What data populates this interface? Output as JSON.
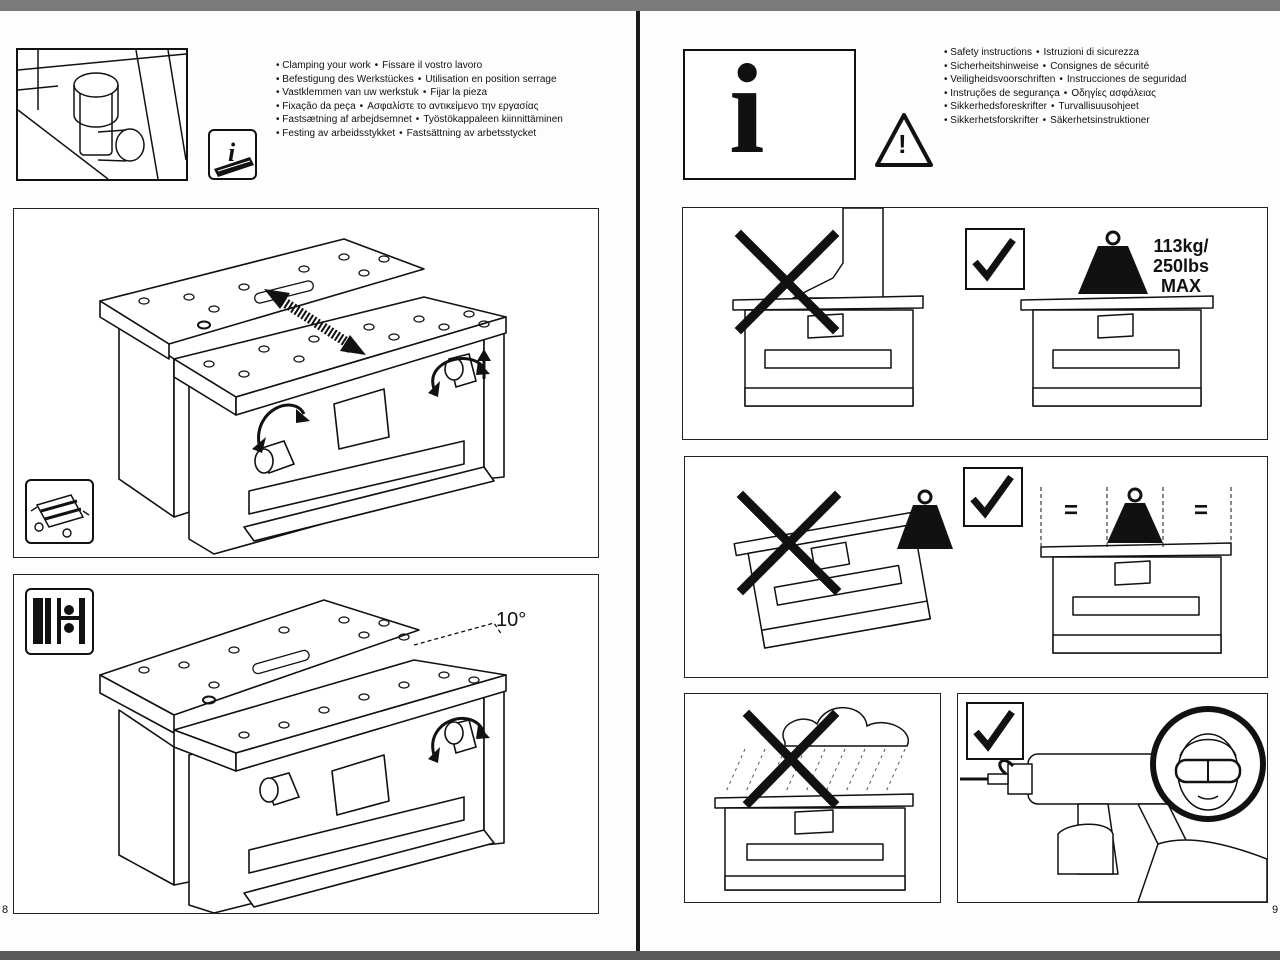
{
  "left_page": {
    "page_number": "8",
    "heading_lines": [
      [
        "Clamping your work",
        "Fissare il vostro lavoro"
      ],
      [
        "Befestigung des Werkstückes",
        "Utilisation en position serrage"
      ],
      [
        "Vastklemmen van uw werkstuk",
        "Fijar la pieza"
      ],
      [
        "Fixação da peça",
        "Ασφαλίστε το αντικείμενο την εργασίας"
      ],
      [
        "Fastsætning af arbejdsemnet",
        "Työstökappaleen kiinnittäminen"
      ],
      [
        "Festing av arbeidsstykket",
        "Fastsättning av arbetsstycket"
      ]
    ],
    "angle_label": "10°",
    "icons": [
      "clamp-peg-closeup-icon",
      "info-book-icon",
      "bench-top-view-icon",
      "vise-jaws-icon"
    ]
  },
  "right_page": {
    "page_number": "9",
    "heading_lines": [
      [
        "Safety instructions",
        "Istruzioni di sicurezza"
      ],
      [
        "Sicherheitshinweise",
        "Consignes de sécurité"
      ],
      [
        "Veiligheidsvoorschriften",
        "Instrucciones de seguridad"
      ],
      [
        "Instruções de segurança",
        "Οδηγίες ασφάλειας"
      ],
      [
        "Sikkerhedsforeskrifter",
        "Turvallisuusohjeet"
      ],
      [
        "Sikkerhetsforskrifter",
        "Säkerhetsinstruktioner"
      ]
    ],
    "info_letter": "i",
    "warning_mark": "!",
    "load_label_line1": "113kg/",
    "load_label_line2": "250lbs",
    "load_label_line3": "MAX",
    "equal_sign": "=",
    "icons": [
      "info-icon",
      "warning-triangle-icon",
      "check-mark-icon",
      "cross-mark-icon",
      "weight-icon",
      "rain-cloud-icon",
      "safety-goggles-icon",
      "power-drill-icon"
    ]
  }
}
